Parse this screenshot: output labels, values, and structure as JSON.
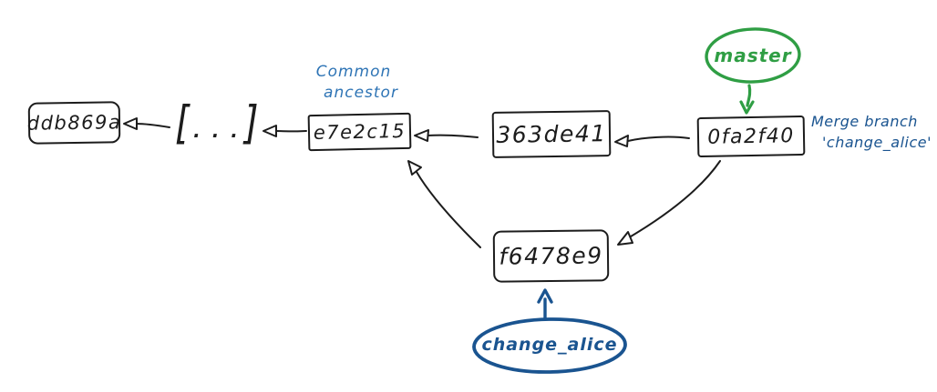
{
  "diagram": {
    "kind": "hand-drawn git commit graph",
    "background": "#ffffff"
  },
  "colors": {
    "ink": "#1c1c1c",
    "green": "#2f9e44",
    "label_blue": "#2e74b5",
    "dark_blue": "#1a5490"
  },
  "commits": [
    {
      "id": "ddb869a"
    },
    {
      "id": "e7e2c15"
    },
    {
      "id": "363de41"
    },
    {
      "id": "0fa2f40"
    },
    {
      "id": "f6478e9"
    }
  ],
  "ellipsis": {
    "left_bracket": "[",
    "dots": ". . .",
    "right_bracket": "]"
  },
  "annotations": {
    "common_ancestor_line1": "Common",
    "common_ancestor_line2": "ancestor",
    "merge_note_line1": "Merge branch",
    "merge_note_line2": "'change_alice'"
  },
  "branches": {
    "master": {
      "label": "master",
      "color": "#2f9e44",
      "points_to": "0fa2f40"
    },
    "change_alice": {
      "label": "change_alice",
      "color": "#1a5490",
      "points_to": "f6478e9"
    }
  },
  "edges": [
    {
      "from": "[...]",
      "to": "ddb869a"
    },
    {
      "from": "e7e2c15",
      "to": "[...]"
    },
    {
      "from": "363de41",
      "to": "e7e2c15"
    },
    {
      "from": "0fa2f40",
      "to": "363de41"
    },
    {
      "from": "f6478e9",
      "to": "e7e2c15"
    },
    {
      "from": "0fa2f40",
      "to": "f6478e9"
    },
    {
      "from": "master",
      "to": "0fa2f40"
    },
    {
      "from": "change_alice",
      "to": "f6478e9"
    }
  ]
}
